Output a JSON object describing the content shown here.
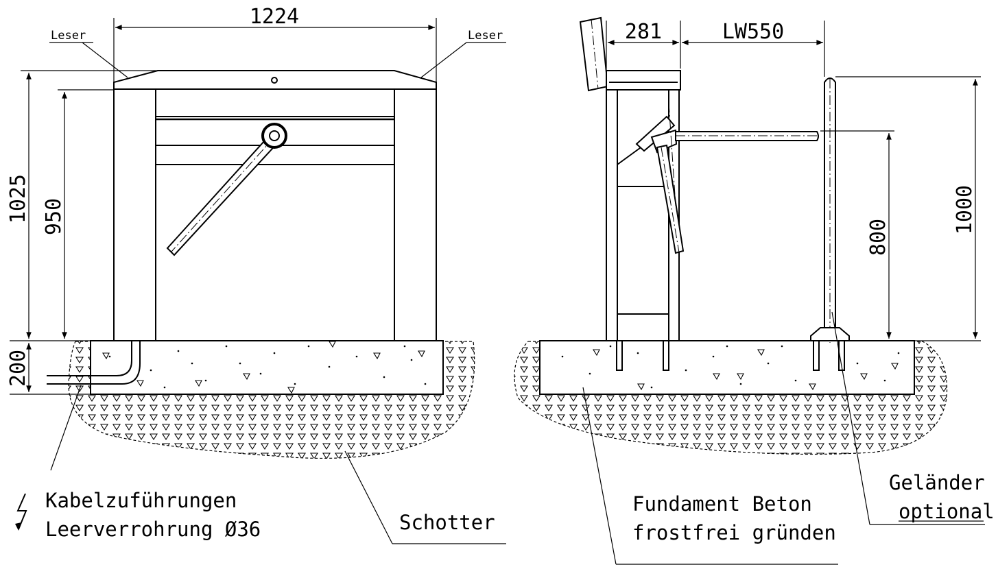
{
  "dimensions": {
    "width_front": "1224",
    "height_total_front": "1025",
    "height_arm_front": "950",
    "foundation_depth": "200",
    "depth_side": "281",
    "passage_width": "LW550",
    "height_arm_side": "800",
    "height_railing": "1000"
  },
  "labels": {
    "reader_left": "Leser",
    "reader_right": "Leser",
    "cable_line1": "Kabelzuführungen",
    "cable_line2": "Leerverrohrung Ø36",
    "gravel": "Schotter",
    "foundation_line1": "Fundament Beton",
    "foundation_line2": "frostfrei gründen",
    "railing_line1": "Geländer",
    "railing_line2": "optional"
  },
  "icons": {
    "cable_symbol": "lightning-bolt-icon"
  }
}
